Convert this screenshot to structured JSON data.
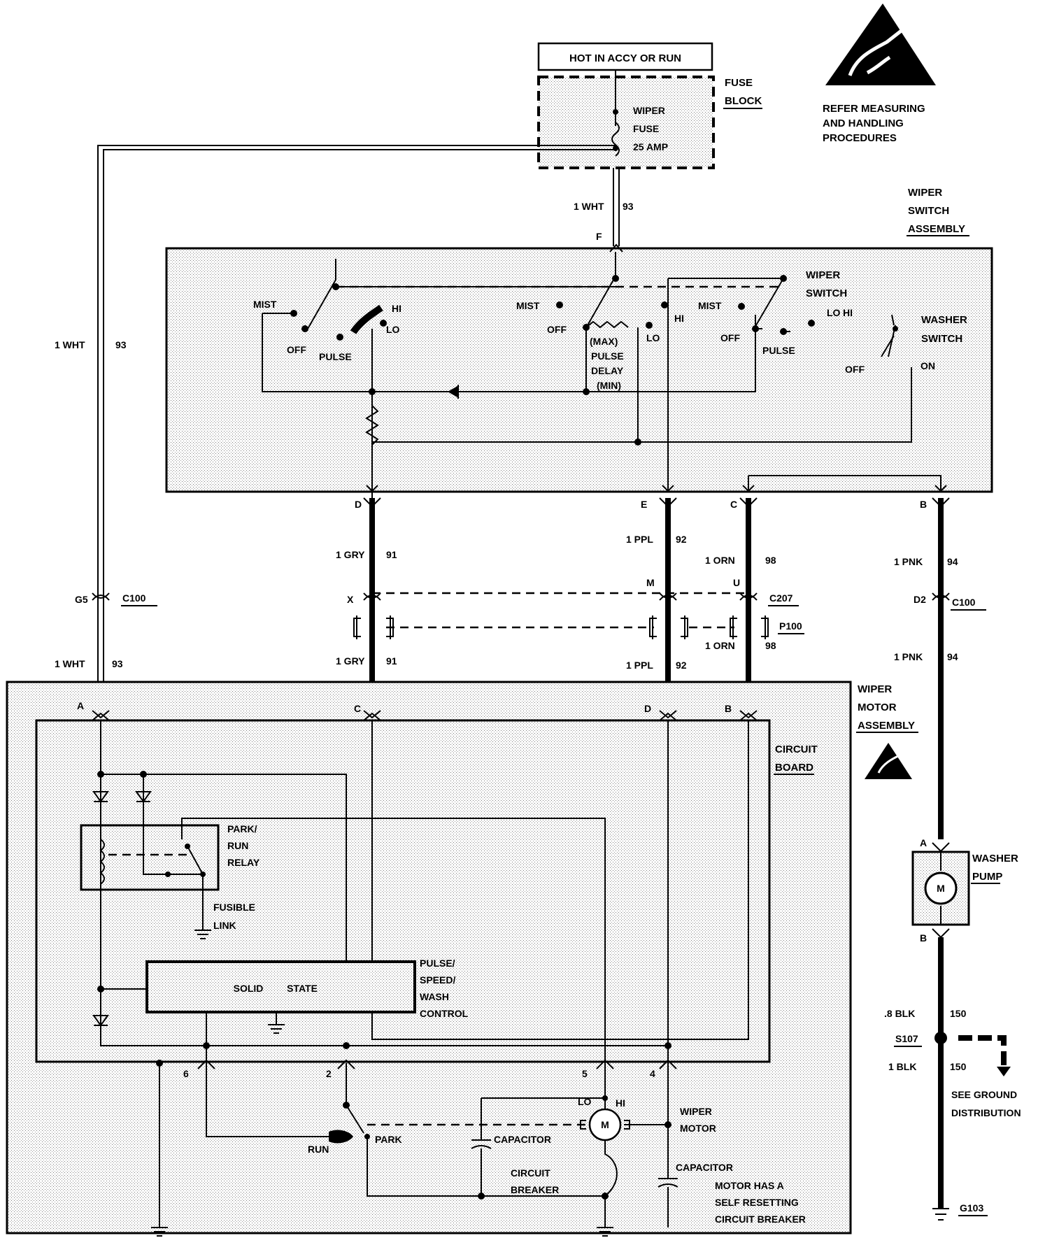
{
  "warning": {
    "icon": "esd-hand-warning-icon",
    "text": [
      "REFER MEASURING",
      "AND HANDLING",
      "PROCEDURES"
    ]
  },
  "power": {
    "hot": "HOT IN ACCY OR RUN"
  },
  "fuse_block": {
    "label": [
      "FUSE",
      "BLOCK"
    ],
    "fuse": [
      "WIPER",
      "FUSE",
      "25 AMP"
    ]
  },
  "switch_assembly": {
    "label": [
      "WIPER",
      "SWITCH",
      "ASSEMBLY"
    ],
    "wiper_switch": [
      "WIPER",
      "SWITCH"
    ],
    "washer_switch": [
      "WASHER",
      "SWITCH"
    ],
    "positions": {
      "mist": "MIST",
      "off": "OFF",
      "pulse": "PULSE",
      "hi": "HI",
      "lo": "LO",
      "on": "ON",
      "max": "(MAX)",
      "pulse_delay": [
        "PULSE",
        "DELAY"
      ],
      "min": "(MIN)"
    },
    "terminals": {
      "f": "F",
      "d": "D",
      "e": "E",
      "c": "C",
      "b": "B"
    }
  },
  "wires": {
    "wht_93": {
      "gauge": "1 WHT",
      "circuit": "93"
    },
    "gry_91": {
      "gauge": "1 GRY",
      "circuit": "91"
    },
    "ppl_92": {
      "gauge": "1 PPL",
      "circuit": "92"
    },
    "orn_98": {
      "gauge": "1 ORN",
      "circuit": "98"
    },
    "pnk_94": {
      "gauge": "1 PNK",
      "circuit": "94"
    },
    "blk_150a": {
      "gauge": ".8 BLK",
      "circuit": "150"
    },
    "blk_150b": {
      "gauge": "1 BLK",
      "circuit": "150"
    }
  },
  "connectors": {
    "c100": "C100",
    "g5": "G5",
    "c207": "C207",
    "p100": "P100",
    "x": "X",
    "m": "M",
    "u": "U",
    "d2": "D2"
  },
  "motor_assembly": {
    "label": [
      "WIPER",
      "MOTOR",
      "ASSEMBLY"
    ],
    "circuit_board": [
      "CIRCUIT",
      "BOARD"
    ],
    "terminals": {
      "a": "A",
      "c": "C",
      "d": "D",
      "b": "B"
    },
    "relay": [
      "PARK/",
      "RUN",
      "RELAY"
    ],
    "fusible_link": [
      "FUSIBLE",
      "LINK"
    ],
    "control_box": {
      "text1": "SOLID",
      "text2": "STATE"
    },
    "control_label": [
      "PULSE/",
      "SPEED/",
      "WASH",
      "CONTROL"
    ],
    "pins": {
      "p6": "6",
      "p2": "2",
      "p5": "5",
      "p4": "4"
    },
    "run": "RUN",
    "park": "PARK",
    "lo": "LO",
    "hi": "HI",
    "capacitor": "CAPACITOR",
    "breaker": [
      "CIRCUIT",
      "BREAKER"
    ],
    "motor": [
      "WIPER",
      "MOTOR"
    ],
    "note": [
      "MOTOR HAS A",
      "SELF RESETTING",
      "CIRCUIT BREAKER"
    ]
  },
  "washer_pump": {
    "label": [
      "WASHER",
      "PUMP"
    ],
    "terminals": {
      "a": "A",
      "b": "B"
    },
    "motor_letter": "M"
  },
  "ground": {
    "splice": "S107",
    "see": [
      "SEE GROUND",
      "DISTRIBUTION"
    ],
    "g103": "G103"
  }
}
